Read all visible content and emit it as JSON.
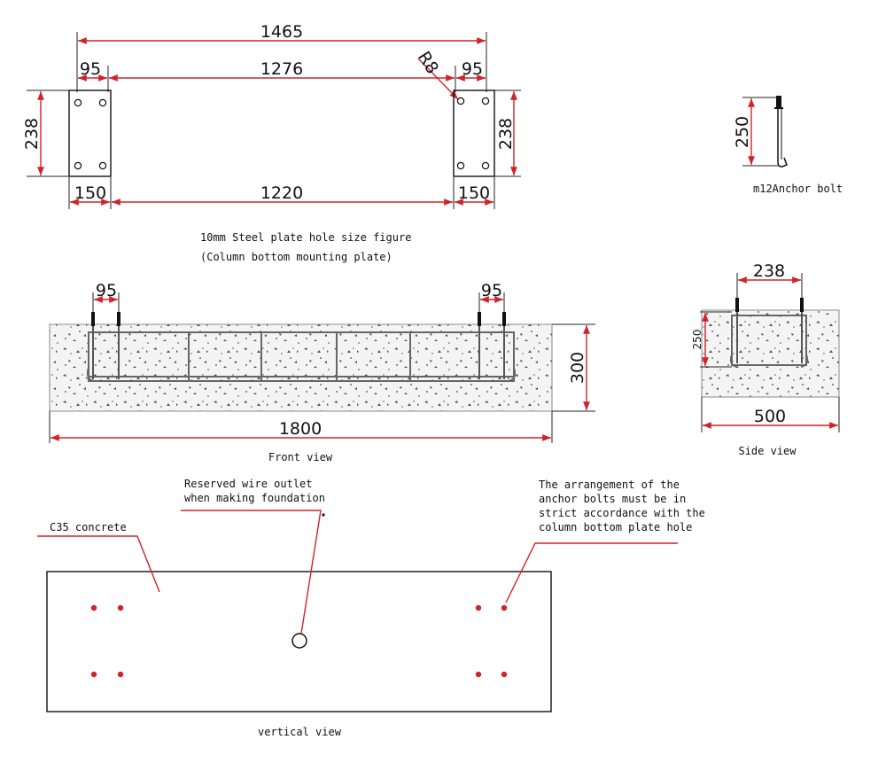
{
  "plate_view": {
    "dim_total": "1465",
    "dim_left_hole": "95",
    "dim_between": "1276",
    "dim_right_hole": "95",
    "radius": "R8",
    "dim_height_left": "238",
    "dim_height_right": "238",
    "dim_plate_left": "150",
    "dim_gap": "1220",
    "dim_plate_right": "150",
    "caption_line1": "10mm Steel plate hole size figure",
    "caption_line2": "(Column bottom mounting plate)"
  },
  "anchor_bolt": {
    "dim_length": "250",
    "caption": "m12Anchor bolt"
  },
  "front_view": {
    "dim_left": "95",
    "dim_right": "95",
    "dim_height": "300",
    "dim_length": "1800",
    "caption": "Front view"
  },
  "side_view": {
    "dim_width_top": "238",
    "dim_depth": "250",
    "dim_width": "500",
    "caption": "Side view"
  },
  "vertical_view": {
    "callout_wire_line1": "Reserved wire outlet",
    "callout_wire_line2": "when making foundation",
    "callout_concrete": "C35 concrete",
    "callout_bolts_line1": "The arrangement of the",
    "callout_bolts_line2": "anchor bolts must be in",
    "callout_bolts_line3": "strict accordance with the",
    "callout_bolts_line4": "column bottom plate hole",
    "caption": "vertical view"
  },
  "colors": {
    "dimension_line": "#d0232a",
    "outline": "#111111",
    "rebar": "#666666"
  }
}
